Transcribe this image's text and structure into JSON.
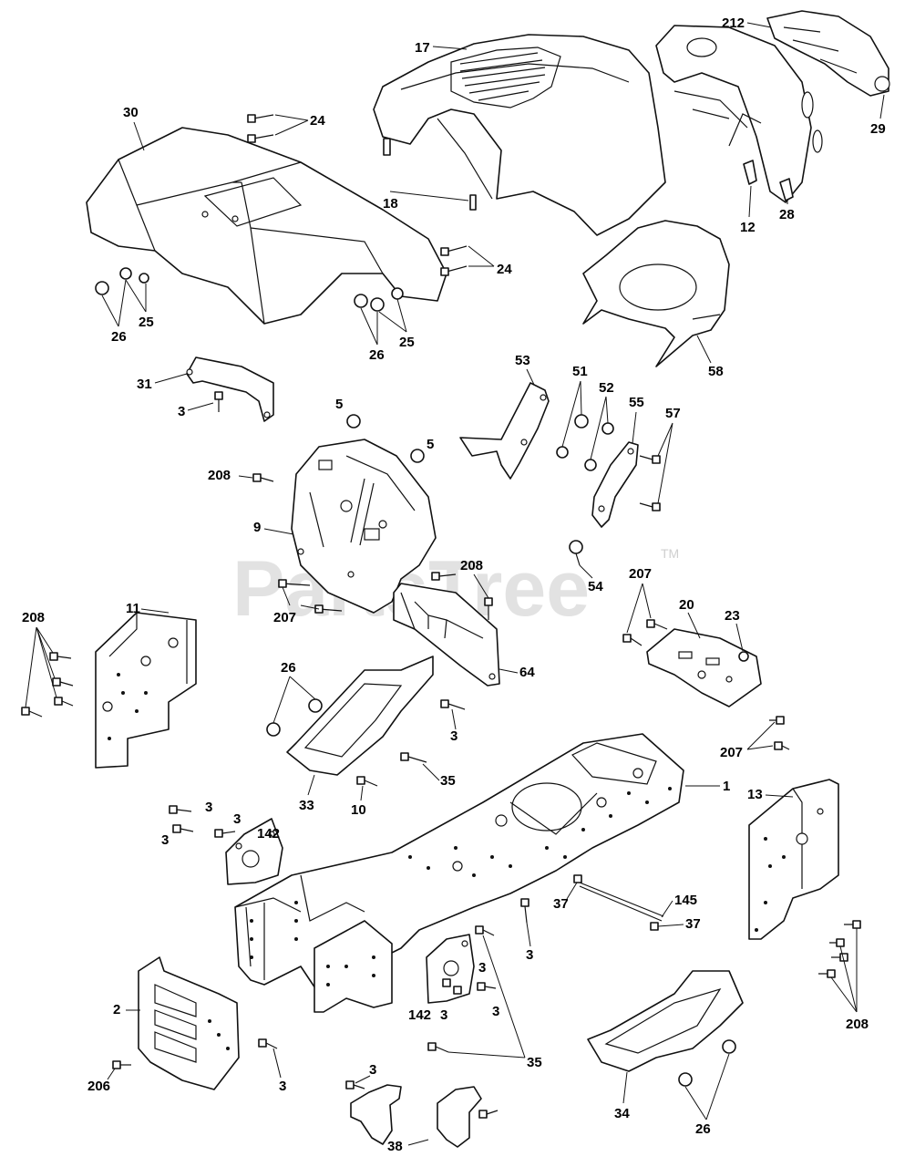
{
  "diagram": {
    "watermark": "PartsTree",
    "watermark_tm": "TM",
    "callouts": {
      "c17": "17",
      "c212": "212",
      "c29": "29",
      "c30": "30",
      "c24a": "24",
      "c18": "18",
      "c12": "12",
      "c28": "28",
      "c24b": "24",
      "c25a": "25",
      "c26a": "26",
      "c26b": "26",
      "c25b": "25",
      "c58": "58",
      "c31": "31",
      "c3a": "3",
      "c5a": "5",
      "c5b": "5",
      "c53": "53",
      "c51": "51",
      "c52": "52",
      "c55": "55",
      "c57": "57",
      "c208a": "208",
      "c9": "9",
      "c207a": "207",
      "c208b": "208",
      "c54": "54",
      "c208c": "208",
      "c11": "11",
      "c64": "64",
      "c207b": "207",
      "c20": "20",
      "c23": "23",
      "c26c": "26",
      "c3b": "3",
      "c35a": "35",
      "c207c": "207",
      "c33": "33",
      "c10": "10",
      "c1": "1",
      "c13": "13",
      "c3c": "3",
      "c3d": "3",
      "c3e": "3",
      "c142a": "142",
      "c37a": "37",
      "c145": "145",
      "c37b": "37",
      "c3f": "3",
      "c3g": "3",
      "c3h": "3",
      "c3i": "3",
      "c142b": "142",
      "c208d": "208",
      "c2": "2",
      "c3j": "3",
      "c35b": "35",
      "c206": "206",
      "c3k": "3",
      "c34": "34",
      "c26d": "26",
      "c38": "38"
    }
  }
}
